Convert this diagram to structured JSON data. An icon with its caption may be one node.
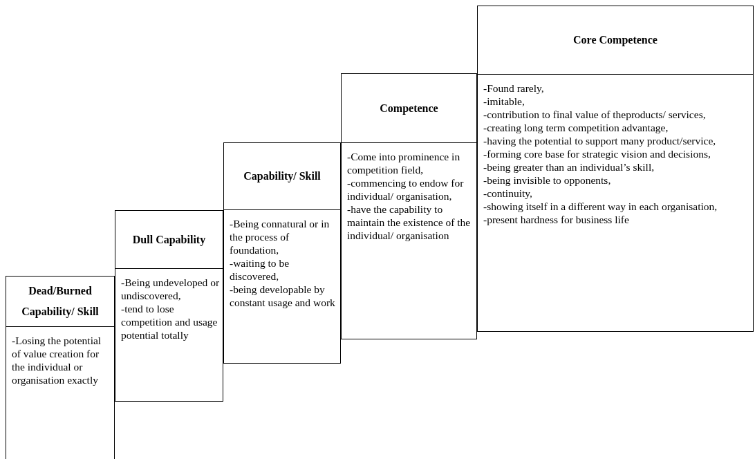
{
  "diagram": {
    "nodes": [
      {
        "text": [
          "Dead/Burned Capability/ Skill"
        ]
      },
      {
        "text": [
          "-Losing the potential of value creation for the individual or organisation exactly"
        ]
      },
      {
        "text": [
          "Dull Capability"
        ]
      },
      {
        "text": [
          "-Being undeveloped or undiscovered,",
          "-tend to lose competition and usage potential totally"
        ]
      },
      {
        "text": [
          "Capability/ Skill"
        ]
      },
      {
        "text": [
          "-Being connatural or in the process of foundation,",
          "-waiting to be discovered,",
          "-being developable by constant usage and work"
        ]
      },
      {
        "text": [
          "Competence"
        ]
      },
      {
        "text": [
          "-Come into prominence in competition field,",
          "-commencing to endow for individual/ organisation,",
          "-have the capability to maintain the existence of the individual/ organisation"
        ]
      },
      {
        "text": [
          "Core Competence"
        ]
      },
      {
        "text": [
          "-Found rarely,",
          "-imitable,",
          "-contribution to final value of theproducts/ services,",
          "-creating long term competition advantage,",
          "-having the potential to support many product/service,",
          "-forming core base for strategic vision and decisions,",
          "-being greater than an individual’s skill,",
          "-being invisible to opponents,",
          "-continuity,",
          "-showing itself in a different way in each organisation,",
          "-present hardness for business life"
        ]
      }
    ]
  }
}
